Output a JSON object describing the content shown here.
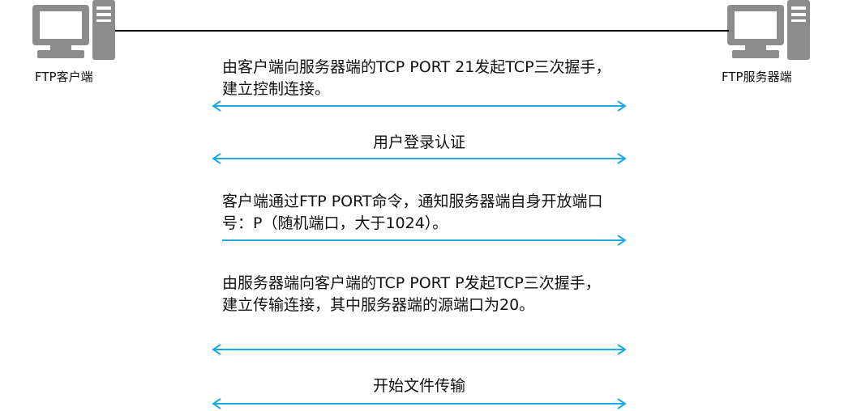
{
  "nodes": {
    "client": {
      "label": "FTP客户端",
      "icon": "computer-icon"
    },
    "server": {
      "label": "FTP服务器端",
      "icon": "computer-icon"
    }
  },
  "colors": {
    "arrow": "#1ea9e1",
    "icon": "#8c8c8c",
    "line": "#000000"
  },
  "steps": [
    {
      "text": "由客户端向服务器端的TCP PORT 21发起TCP三次握手，建立控制连接。",
      "direction": "bidirectional"
    },
    {
      "text": "用户登录认证",
      "direction": "bidirectional"
    },
    {
      "text": "客户端通过FTP PORT命令，通知服务器端自身开放端口号：P（随机端口，大于1024）。",
      "direction": "right"
    },
    {
      "text": "由服务器端向客户端的TCP PORT P发起TCP三次握手，建立传输连接，其中服务器端的源端口为20。",
      "direction": "bidirectional"
    },
    {
      "text": "开始文件传输",
      "direction": "bidirectional"
    }
  ]
}
